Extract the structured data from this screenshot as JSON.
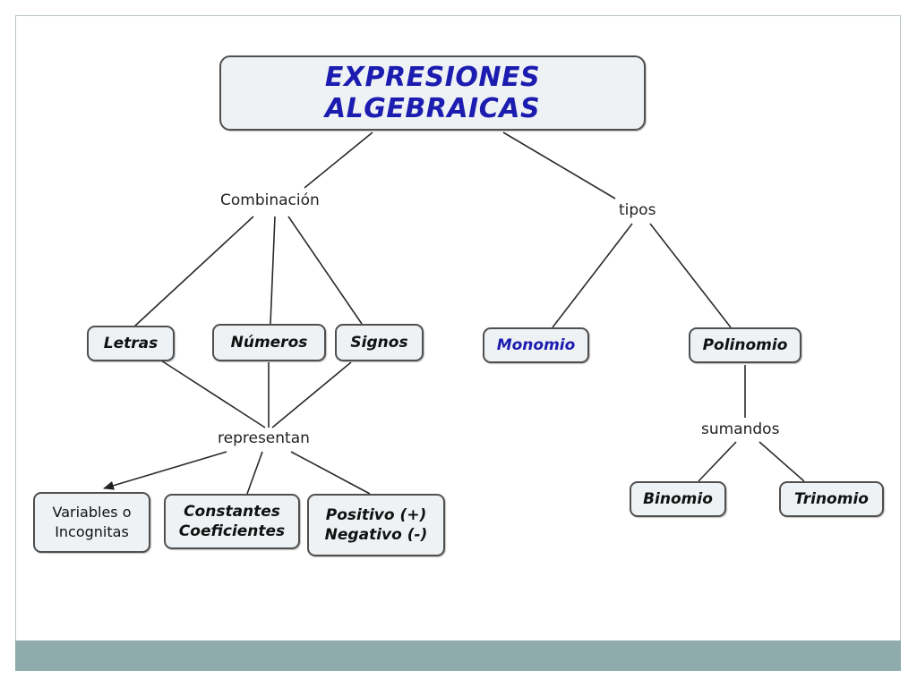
{
  "title": "EXPRESIONES ALGEBRAICAS",
  "linkers": {
    "combinacion": "Combinación",
    "tipos": "tipos",
    "representan": "representan",
    "sumandos": "sumandos"
  },
  "nodes": {
    "letras": "Letras",
    "numeros": "Números",
    "signos": "Signos",
    "monomio": "Monomio",
    "polinomio": "Polinomio",
    "variables_line1": "Variables o",
    "variables_line2": "Incognitas",
    "constantes_line1": "Constantes",
    "constantes_line2": "Coeficientes",
    "signos_valor_line1": "Positivo (+)",
    "signos_valor_line2": "Negativo (-)",
    "binomio": "Binomio",
    "trinomio": "Trinomio"
  },
  "colors": {
    "title_text": "#1c1cb0",
    "node_fill": "#eef2f4",
    "node_border": "#4f4f4f",
    "footer_band": "#8fabab"
  }
}
